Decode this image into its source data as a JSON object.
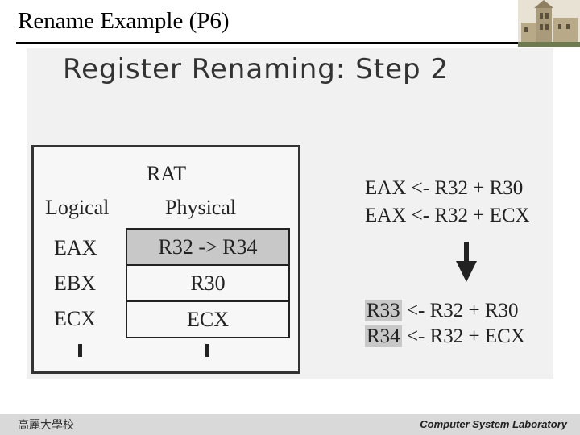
{
  "slide": {
    "title": "Rename Example (P6)"
  },
  "scan": {
    "heading": "Register Renaming:  Step 2",
    "rat": {
      "label": "RAT",
      "col_logical": "Logical",
      "col_physical": "Physical",
      "rows": [
        {
          "logical": "EAX",
          "physical": "R32 -> R34"
        },
        {
          "logical": "EBX",
          "physical": "R30"
        },
        {
          "logical": "ECX",
          "physical": "ECX"
        }
      ]
    },
    "before": [
      {
        "dest": "EAX",
        "expr": "<- R32 + R30"
      },
      {
        "dest": "EAX",
        "expr": "<- R32 + ECX"
      }
    ],
    "after": [
      {
        "dest": "R33",
        "expr": "<- R32 + R30"
      },
      {
        "dest": "R34",
        "expr": "<- R32 + ECX"
      }
    ]
  },
  "footer": {
    "left": "高麗大學校",
    "right": "Computer System Laboratory"
  }
}
